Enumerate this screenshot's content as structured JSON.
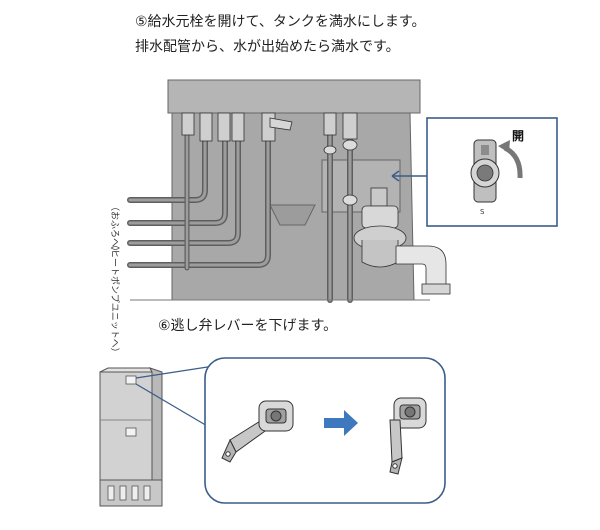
{
  "step5": {
    "line1": "⑤給水元栓を開けて、タンクを満水にします。",
    "line2": "排水配管から、水が出始めたら満水です。"
  },
  "step6": {
    "line": "⑥逃し弁レバーを下げます。"
  },
  "pipe_labels": {
    "bath": "（おふろへ）",
    "heatpump": "（ヒートポンプユニットへ）"
  },
  "detail_label": {
    "open": "開"
  },
  "colors": {
    "tank_gray": "#a9a9a9",
    "tank_dark": "#8e8e8e",
    "pipe_gray": "#7d7d7d",
    "outline": "#333333",
    "callout_blue": "#3a5d8a",
    "arrow_blue": "#3e78bf"
  }
}
